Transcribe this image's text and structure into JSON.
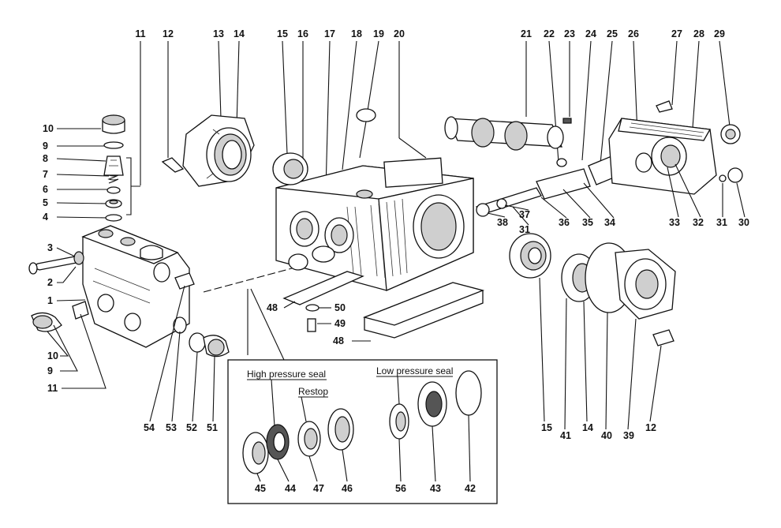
{
  "part_numbers": {
    "n1": "1",
    "n2": "2",
    "n3": "3",
    "n4": "4",
    "n5": "5",
    "n6": "6",
    "n7": "7",
    "n8": "8",
    "n9": "9",
    "n10": "10",
    "n11": "11",
    "n12": "12",
    "n13": "13",
    "n14": "14",
    "n15": "15",
    "n16": "16",
    "n17": "17",
    "n18": "18",
    "n19": "19",
    "n20": "20",
    "n21": "21",
    "n22": "22",
    "n23": "23",
    "n24": "24",
    "n25": "25",
    "n26": "26",
    "n27": "27",
    "n28": "28",
    "n29": "29",
    "n30": "30",
    "n31": "31",
    "n32": "32",
    "n33": "33",
    "n34": "34",
    "n35": "35",
    "n36": "36",
    "n37": "37",
    "n38": "38",
    "n39": "39",
    "n40": "40",
    "n41": "41",
    "n42": "42",
    "n43": "43",
    "n44": "44",
    "n45": "45",
    "n46": "46",
    "n47": "47",
    "n48": "48",
    "n49": "49",
    "n50": "50",
    "n51": "51",
    "n52": "52",
    "n53": "53",
    "n54": "54",
    "n56": "56"
  },
  "inset": {
    "high_pressure_seal": "High pressure seal",
    "restop": "Restop",
    "low_pressure_seal": "Low pressure seal"
  }
}
